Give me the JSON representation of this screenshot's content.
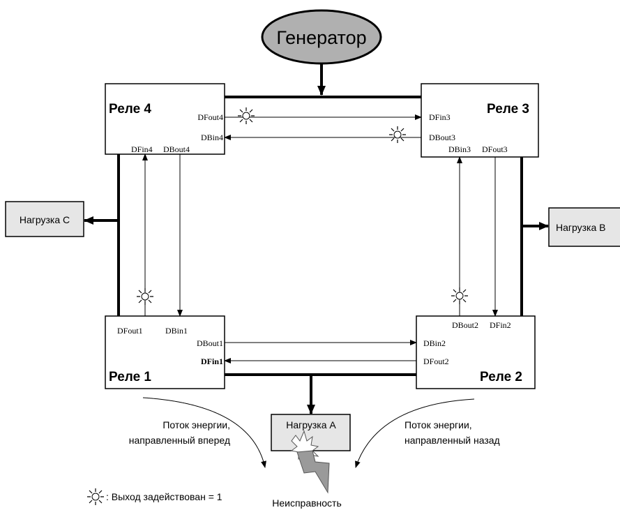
{
  "generator": {
    "label": "Генератор"
  },
  "relays": {
    "r4": {
      "title": "Реле 4",
      "ports": {
        "dfout": "DFout4",
        "dbin": "DBin4",
        "dfin": "DFin4",
        "dbout": "DBout4"
      }
    },
    "r3": {
      "title": "Реле 3",
      "ports": {
        "dfin": "DFin3",
        "dbout": "DBout3",
        "dbin": "DBin3",
        "dfout": "DFout3"
      }
    },
    "r1": {
      "title": "Реле 1",
      "ports": {
        "dfout": "DFout1",
        "dbin": "DBin1",
        "dbout": "DBout1",
        "dfin": "DFin1"
      }
    },
    "r2": {
      "title": "Реле 2",
      "ports": {
        "dbout": "DBout2",
        "dfin": "DFin2",
        "dbin": "DBin2",
        "dfout": "DFout2"
      }
    }
  },
  "loads": {
    "a": "Нагрузка А",
    "b": "Нагрузка В",
    "c": "Нагрузка С"
  },
  "flows": {
    "forward_line1": "Поток энергии,",
    "forward_line2": "направленный вперед",
    "backward_line1": "Поток энергии,",
    "backward_line2": "направленный назад"
  },
  "fault_label": "Неисправность",
  "legend": {
    "text": ": Выход задействован = 1"
  },
  "colors": {
    "generator_fill": "#b0b0b0",
    "load_fill": "#e6e6e6",
    "fault_fill": "#9a9a9a",
    "line": "#000000"
  }
}
